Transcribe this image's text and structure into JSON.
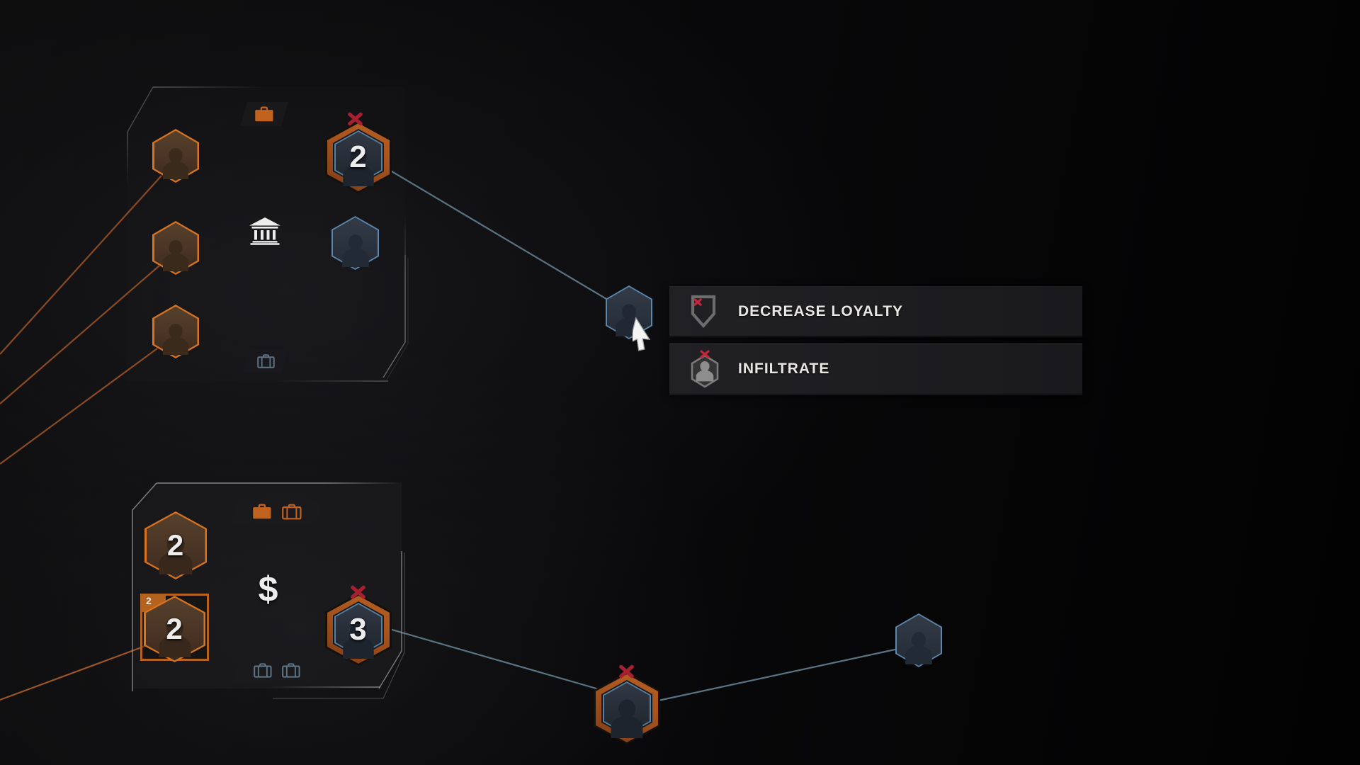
{
  "colors": {
    "accent_orange": "#d9731f",
    "copper_ring": "#a5521d",
    "accent_blue": "#5b87ae",
    "flag_red": "#b22335",
    "line_orange": "#8a4a22",
    "line_blue": "#5a7383",
    "menu_bg": "#1d1d20",
    "text": "#e9e7e3"
  },
  "context_menu": {
    "items": [
      {
        "id": "decrease-loyalty",
        "label": "DECREASE LOYALTY",
        "icon": "shield-x-icon"
      },
      {
        "id": "infiltrate",
        "label": "INFILTRATE",
        "icon": "agent-hex-x-icon"
      }
    ]
  },
  "top_group": {
    "agents": [
      {
        "type": "agent-hex"
      },
      {
        "type": "agent-hex"
      },
      {
        "type": "agent-hex"
      }
    ],
    "slots": {
      "top": "briefcase-filled",
      "middle": "bank",
      "bottom": "briefcase-outline"
    },
    "defense_node": {
      "value": "2",
      "flagged": true
    },
    "contact_node": {
      "type": "contact-hex"
    }
  },
  "bottom_group": {
    "slots": {
      "top": [
        "briefcase-filled",
        "briefcase-outline"
      ],
      "middle": "money",
      "bottom": [
        "briefcase-outline",
        "briefcase-outline"
      ]
    },
    "money_symbol": "$",
    "cell_top": {
      "value": "2"
    },
    "cell_selected": {
      "value": "2",
      "badge": "2"
    },
    "defense_node": {
      "value": "3",
      "flagged": true
    }
  },
  "network": {
    "hovered_node": {
      "type": "contact-hex",
      "hovered": true
    },
    "mid_node": {
      "type": "contact-hex-ringed",
      "flagged": true
    },
    "right_node": {
      "type": "contact-hex"
    }
  }
}
